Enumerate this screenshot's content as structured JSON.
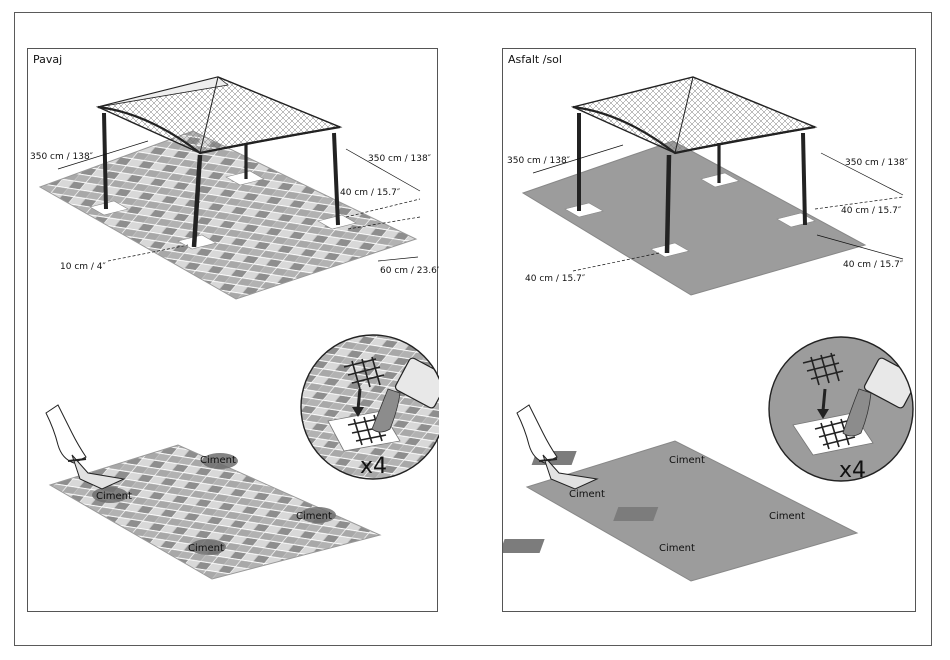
{
  "panels": {
    "left": {
      "title": "Pavaj",
      "dims": {
        "width_left": "350 cm / 138″",
        "width_right": "350 cm / 138″",
        "spacing": "40 cm / 15.7″",
        "depth": "10 cm / 4″",
        "slab": "60 cm / 23.6″"
      },
      "ciment": [
        "Ciment",
        "Ciment",
        "Ciment",
        "Ciment"
      ],
      "multiplier": "x4"
    },
    "right": {
      "title": "Asfalt /sol",
      "dims": {
        "width_left": "350 cm / 138″",
        "width_right": "350 cm / 138″",
        "spacing_a": "40 cm / 15.7″",
        "spacing_b": "40 cm / 15.7″",
        "spacing_c": "40 cm / 15.7″"
      },
      "ciment": [
        "Ciment",
        "Ciment",
        "Ciment",
        "Ciment"
      ],
      "multiplier": "x4"
    }
  },
  "colors": {
    "paving_dark": "#8a8a8a",
    "paving_light": "#c8c8c8",
    "asphalt": "#9a9a9a",
    "ciment_patch": "#6e6e6e",
    "line": "#222222"
  }
}
